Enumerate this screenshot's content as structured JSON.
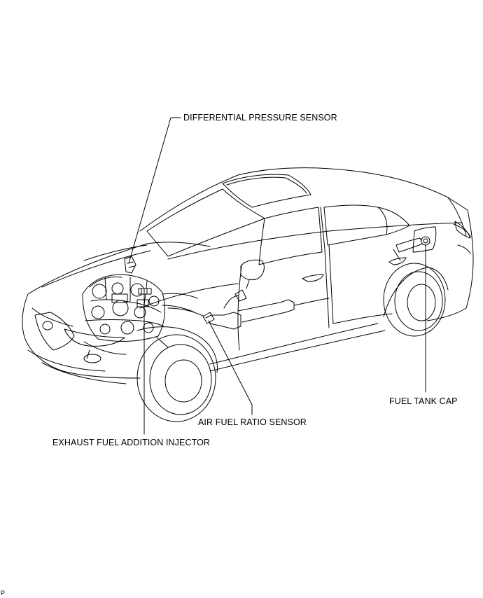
{
  "labels": {
    "differential_pressure_sensor": "DIFFERENTIAL PRESSURE SENSOR",
    "air_fuel_ratio_sensor": "AIR FUEL RATIO SENSOR",
    "exhaust_fuel_addition_injector": "EXHAUST FUEL ADDITION INJECTOR",
    "fuel_tank_cap": "FUEL TANK CAP"
  },
  "corner_code": "P",
  "colors": {
    "line": "#000000",
    "background": "#ffffff"
  }
}
